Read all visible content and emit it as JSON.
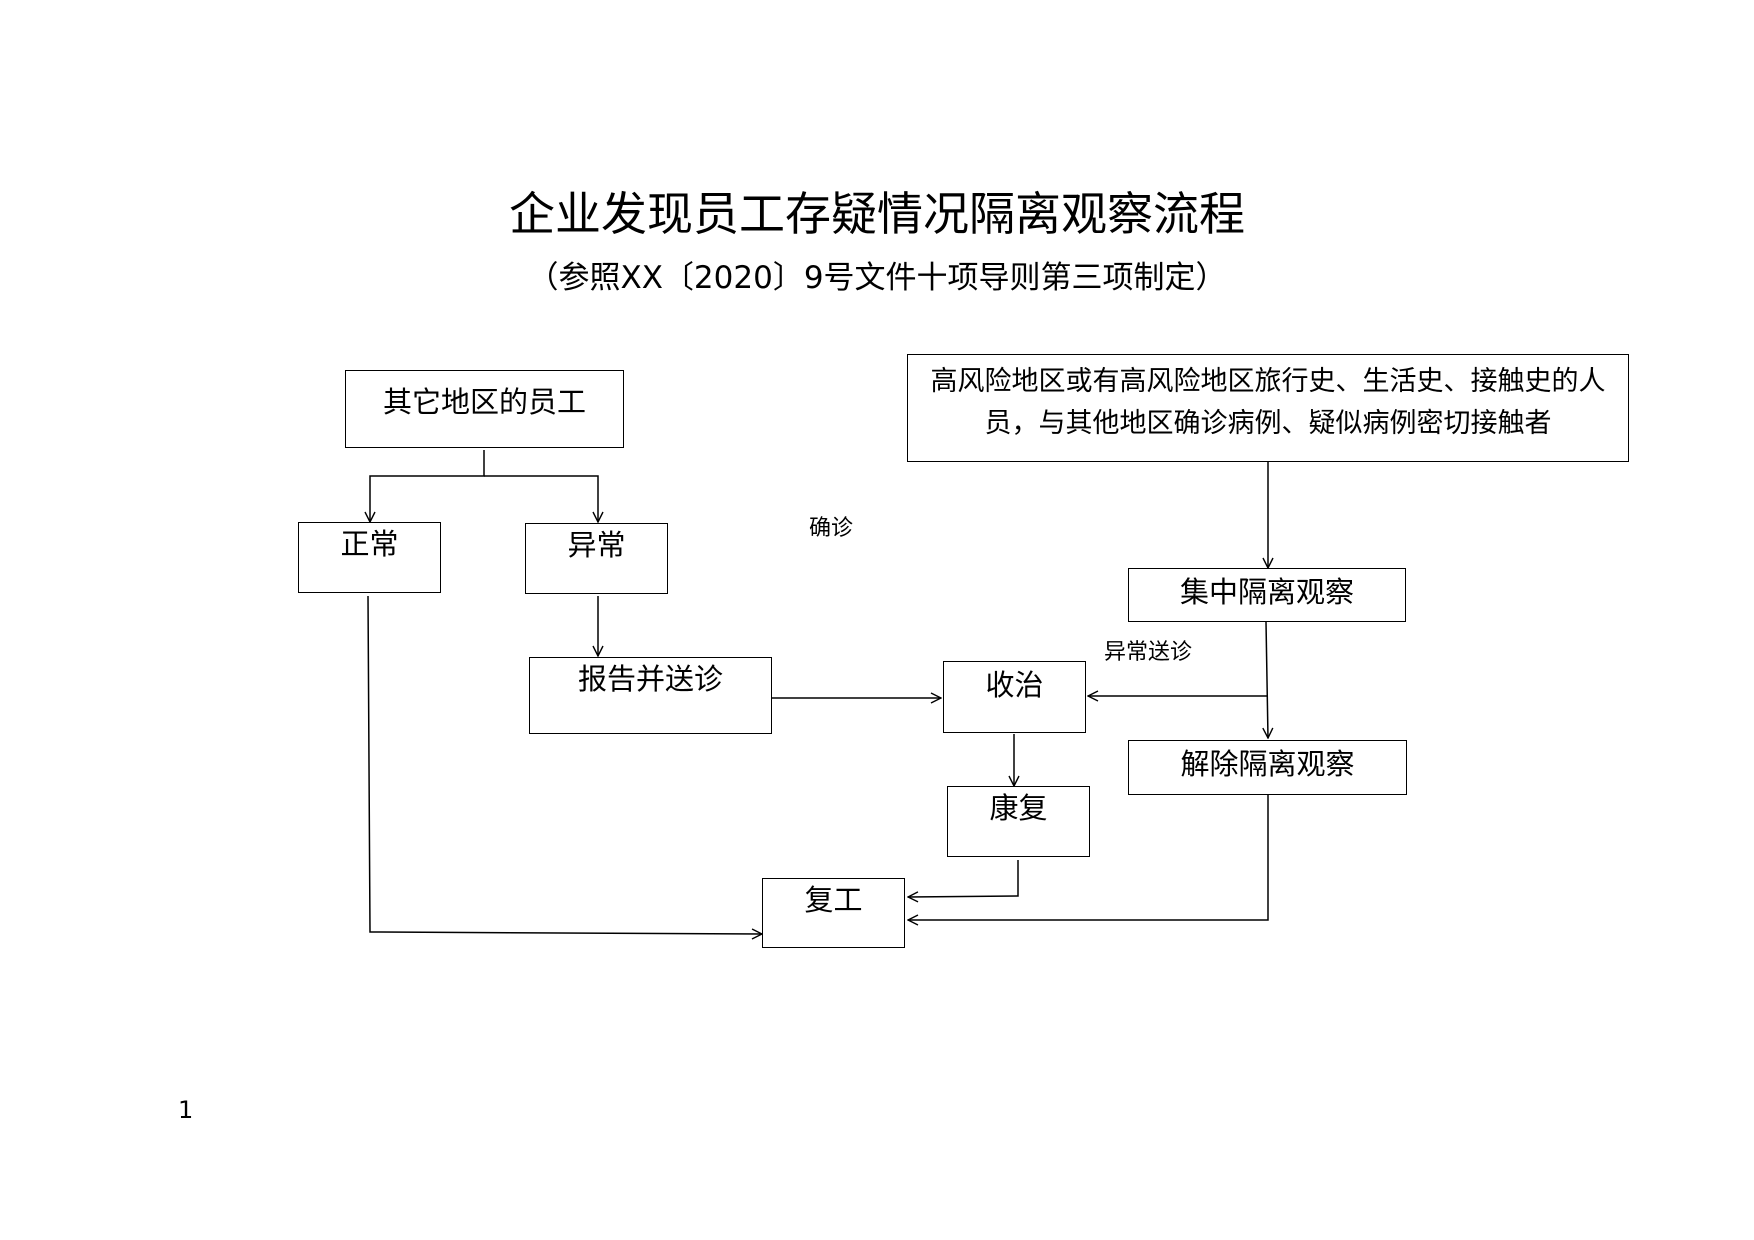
{
  "document": {
    "title": "企业发现员工存疑情况隔离观察流程",
    "subtitle": "（参照XX〔2020〕9号文件十项导则第三项制定）",
    "page_number": "1"
  },
  "flowchart": {
    "nodes": {
      "other_region_staff": "其它地区的员工",
      "high_risk_persons": "高风险地区或有高风险地区旅行史、生活史、接触史的人员，与其他地区确诊病例、疑似病例密切接触者",
      "normal": "正常",
      "abnormal": "异常",
      "report_and_send": "报告并送诊",
      "treatment": "收治",
      "central_quarantine": "集中隔离观察",
      "release_quarantine": "解除隔离观察",
      "recovery": "康复",
      "return_to_work": "复工"
    },
    "edge_labels": {
      "confirmed": "确诊",
      "abnormal_send": "异常送诊"
    },
    "edges": [
      {
        "from": "other_region_staff",
        "to": "normal"
      },
      {
        "from": "other_region_staff",
        "to": "abnormal"
      },
      {
        "from": "abnormal",
        "to": "report_and_send"
      },
      {
        "from": "report_and_send",
        "to": "treatment"
      },
      {
        "from": "high_risk_persons",
        "to": "central_quarantine"
      },
      {
        "from": "central_quarantine",
        "to": "treatment",
        "label": "abnormal_send"
      },
      {
        "from": "central_quarantine",
        "to": "release_quarantine"
      },
      {
        "from": "treatment",
        "to": "recovery"
      },
      {
        "from": "recovery",
        "to": "return_to_work"
      },
      {
        "from": "release_quarantine",
        "to": "return_to_work"
      },
      {
        "from": "normal",
        "to": "return_to_work"
      }
    ]
  }
}
